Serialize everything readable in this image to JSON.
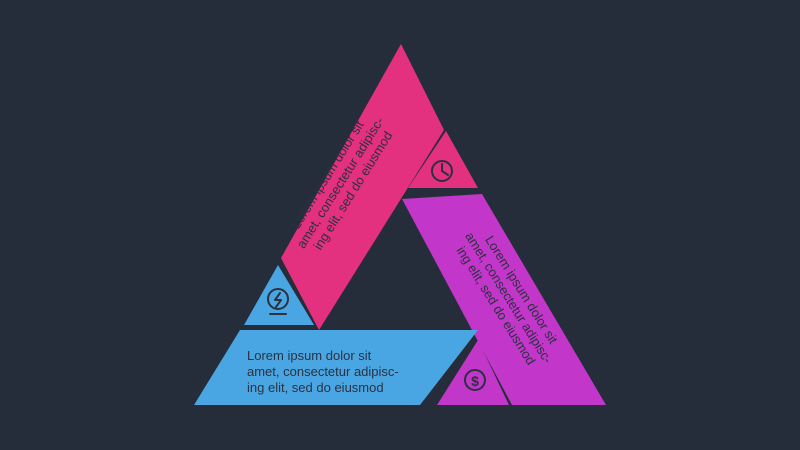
{
  "colors": {
    "background": "#252d3a",
    "pink": "#e4317f",
    "magenta": "#c236c9",
    "blue": "#4aa6e2",
    "text": "#2b3140"
  },
  "segments": [
    {
      "id": "left",
      "color": "pink",
      "lines": [
        "Lorem ipsum dolor sit",
        "amet, consectetur adipisc-",
        "ing elit, sed do eiusmod"
      ]
    },
    {
      "id": "right",
      "color": "magenta",
      "lines": [
        "Lorem ipsum dolor sit",
        "amet, consectetur adipisc-",
        "ing elit, sed do eiusmod"
      ]
    },
    {
      "id": "bottom",
      "color": "blue",
      "lines": [
        "Lorem ipsum dolor sit",
        "amet, consectetur adipisc-",
        "ing elit, sed do eiusmod"
      ]
    }
  ],
  "icons": {
    "top": "clock-icon",
    "left": "lightbulb-icon",
    "bottom": "dollar-icon",
    "dollar_glyph": "$"
  }
}
